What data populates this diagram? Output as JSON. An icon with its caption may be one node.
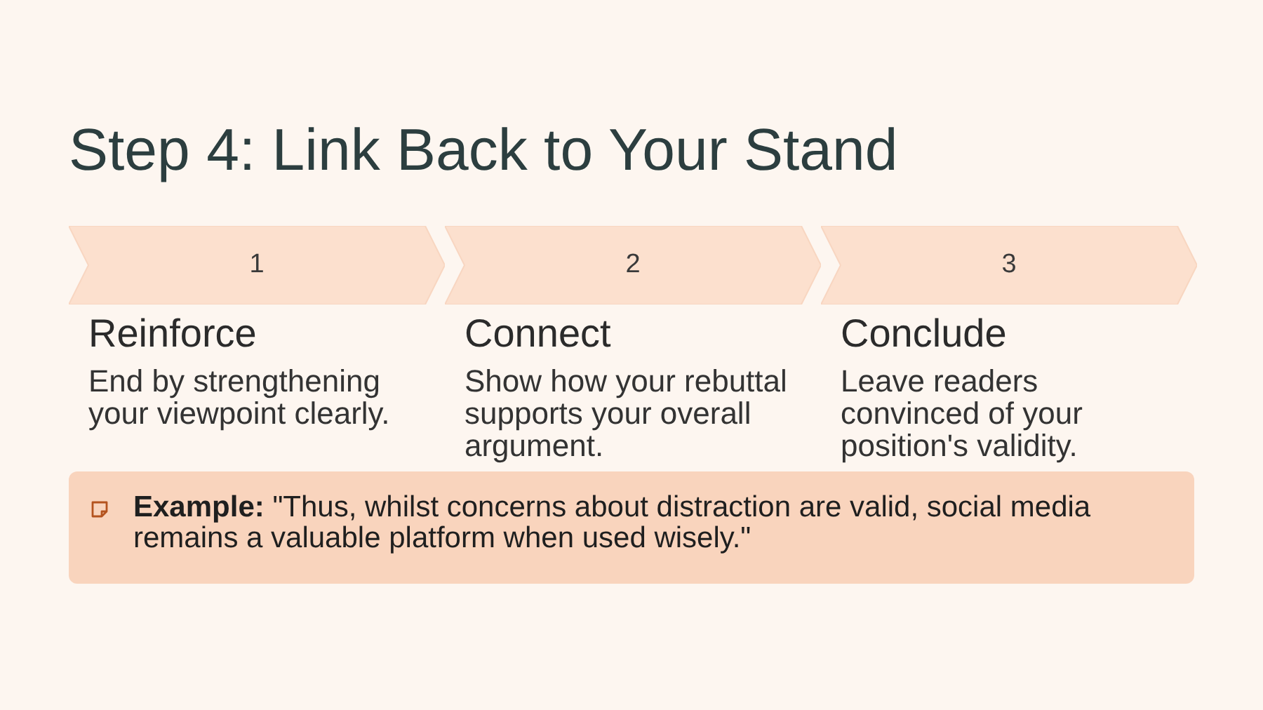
{
  "diagram": {
    "title": "Step 4: Link Back to Your Stand",
    "nodes": [
      {
        "text": [
          "1"
        ],
        "beside": [
          "Reinforce",
          "End by strengthening your viewpoint clearly."
        ]
      },
      {
        "text": [
          "2"
        ],
        "beside": [
          "Connect",
          "Show how your rebuttal supports your overall argument."
        ]
      },
      {
        "text": [
          "3"
        ],
        "beside": [
          "Conclude",
          "Leave readers convinced of your position's validity."
        ]
      },
      {
        "text": [
          "**Example:** \"Thus, whilst concerns about distraction are valid, social media remains a valuable platform when used wisely.\""
        ]
      }
    ]
  }
}
